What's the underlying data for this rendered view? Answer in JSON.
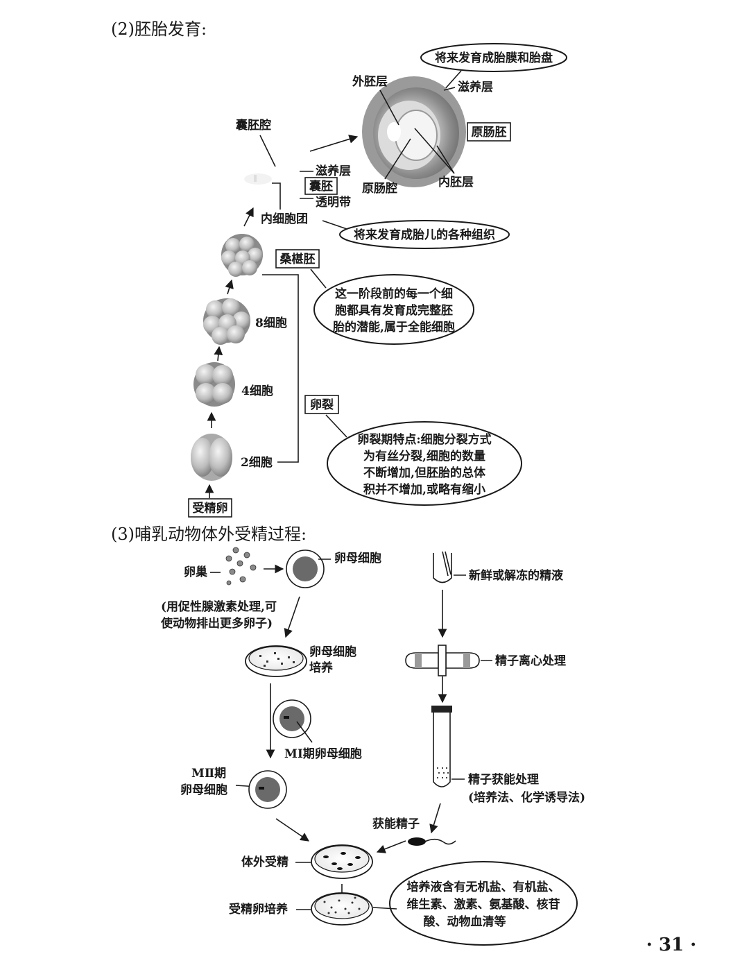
{
  "section2": {
    "heading": "(2)胚胎发育:",
    "labels": {
      "outer_germ_layer": "外胚层",
      "trophoblast_top": "滋养层",
      "gastrula": "原肠胚",
      "archenteron": "原肠腔",
      "inner_germ_layer": "内胚层",
      "blastocoel": "囊胚腔",
      "trophoblast": "滋养层",
      "blastocyst": "囊胚",
      "zona_pellucida": "透明带",
      "inner_cell_mass": "内细胞团",
      "morula": "桑椹胚",
      "cell8": "8细胞",
      "cell4": "4细胞",
      "cleavage": "卵裂",
      "cell2": "2细胞",
      "zygote": "受精卵"
    },
    "bubbles": {
      "membrane_placenta": "将来发育成胎膜和胎盘",
      "fetal_tissues": "将来发育成胎儿的各种组织",
      "totipotent": [
        "这一阶段前的每一个细",
        "胞都具有发育成完整胚",
        "胎的潜能,属于全能细胞"
      ],
      "cleavage_feature": [
        "卵裂期特点:细胞分裂方式",
        "为有丝分裂,细胞的数量",
        "不断增加,但胚胎的总体",
        "积并不增加,或略有缩小"
      ]
    }
  },
  "section3": {
    "heading": "(3)哺乳动物体外受精过程:",
    "labels": {
      "ovary": "卵巢",
      "oocyte": "卵母细胞",
      "hormone_1": "(用促性腺激素处理,可",
      "hormone_2": "使动物排出更多卵子)",
      "culture_1": "卵母细胞",
      "culture_2": "培养",
      "mi_oocyte": "MⅠ期卵母细胞",
      "mii_1": "MⅡ期",
      "mii_2": "卵母细胞",
      "semen": "新鲜或解冻的精液",
      "centrifuge": "精子离心处理",
      "capacitation": "精子获能处理",
      "capacitation_methods": "(培养法、化学诱导法)",
      "capacitated_sperm": "获能精子",
      "ivf": "体外受精",
      "zygote_culture": "受精卵培养"
    },
    "bubbles": {
      "medium": [
        "培养液含有无机盐、有机盐、",
        "维生素、激素、氨基酸、核苷",
        "酸、动物血清等"
      ]
    }
  },
  "page_number": "· 31 ·"
}
